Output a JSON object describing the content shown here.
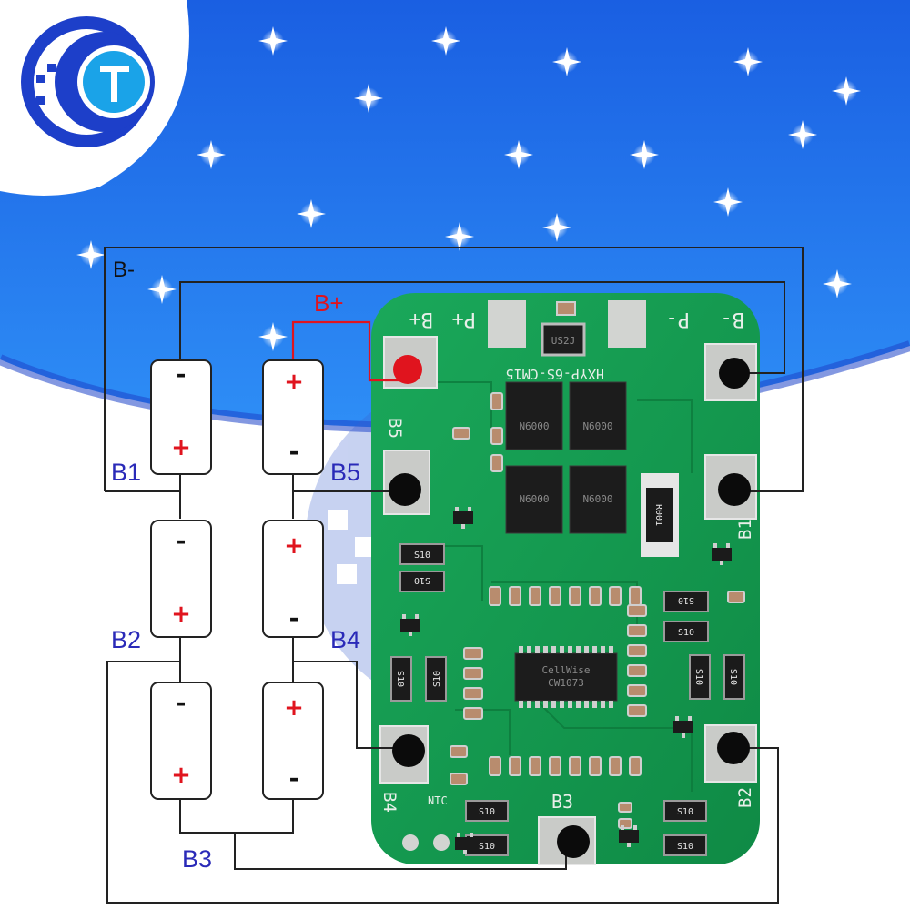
{
  "colors": {
    "sky_top": "#1a66e8",
    "sky_bottom": "#2d8cf5",
    "pcb": "#139a4f",
    "wire": "#222222",
    "wire_positive": "#e0141e",
    "label_blue": "#2a2ab8"
  },
  "logo": {
    "icon": "brand-logo-icon"
  },
  "wiring": {
    "b_minus_label": "B-",
    "b_plus_label": "B+",
    "cell_labels": [
      "B1",
      "B2",
      "B3",
      "B4",
      "B5"
    ],
    "positive_sign": "+",
    "negative_sign": "-"
  },
  "board": {
    "name": "HXYP-6S-CM15",
    "pad_labels": {
      "b_plus": "B+",
      "p_plus": "P+",
      "p_minus": "P-",
      "b_minus": "B-",
      "b5": "B5",
      "b1": "B1",
      "b4": "B4",
      "b3": "B3",
      "b2": "B2",
      "ntc": "NTC"
    },
    "mosfet_mark": "N6000",
    "shunt_mark": "R001",
    "diode_mark": "US2J",
    "resistor_mark": "S10",
    "ic_mark_1": "CellWise",
    "ic_mark_2": "CW1073"
  }
}
